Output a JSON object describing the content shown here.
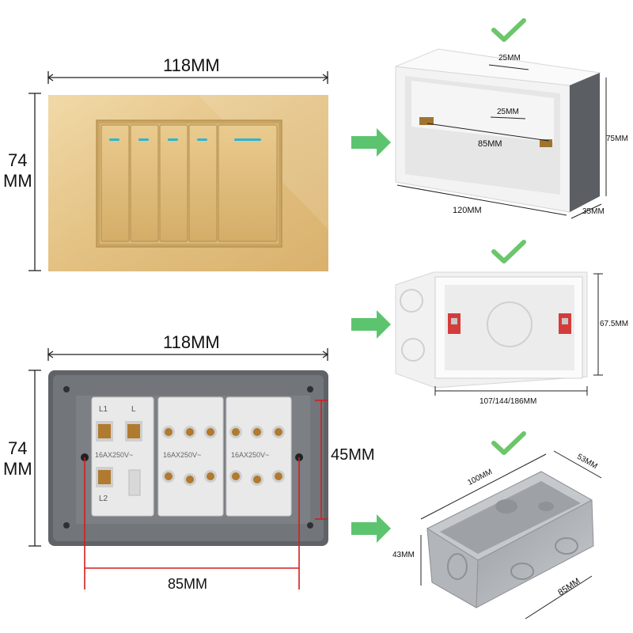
{
  "labels": {
    "width_top": "118MM",
    "height_top_line1": "74",
    "height_top_line2": "MM",
    "width_bottom": "118MM",
    "height_bottom_line1": "74",
    "height_bottom_line2": "MM",
    "mount_vertical": "45MM",
    "mount_horizontal": "85MM",
    "box1_top": "25MM",
    "box1_inner": "25MM",
    "box1_hole": "85MM",
    "box1_height": "75MM",
    "box1_width": "120MM",
    "box1_depth": "35MM",
    "box2_height": "67.5MM",
    "box2_width": "107/144/186MM",
    "box3_width": "100MM",
    "box3_depth": "53MM",
    "box3_height": "43MM",
    "box3_length": "85MM"
  },
  "terminal_text": {
    "l1": "L1",
    "l": "L",
    "l2": "L2",
    "rating": "16AX250V~"
  },
  "colors": {
    "gold_plate": "#e7c98f",
    "arrow_green": "#5cc46e",
    "check_green": "#6cc66a",
    "dim_red": "#d21e1e",
    "metal": "#b9bcc0"
  }
}
